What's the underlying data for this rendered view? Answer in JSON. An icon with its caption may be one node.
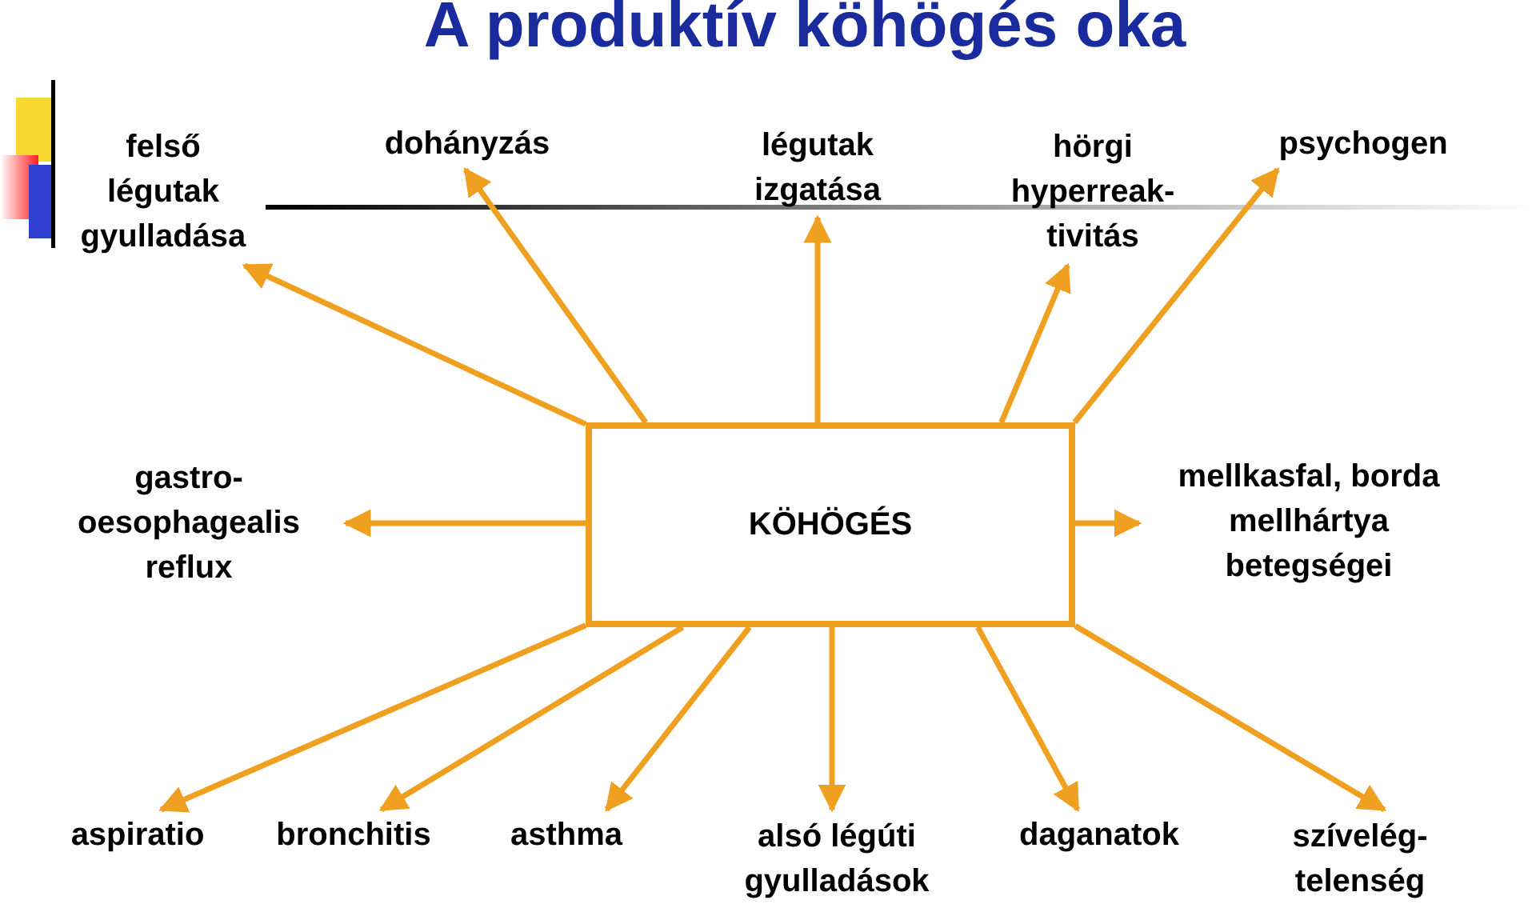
{
  "diagram": {
    "title": "A produktív köhögés oka",
    "nodes": [
      {
        "text": [
          "felső légutak gyulladása"
        ]
      },
      {
        "text": [
          "dohányzás"
        ]
      },
      {
        "text": [
          "légutak izgatása"
        ]
      },
      {
        "text": [
          "hörgi hyperreak-tivitás"
        ]
      },
      {
        "text": [
          "psychogen"
        ]
      },
      {
        "text": [
          "gastro-oesophagealis reflux"
        ]
      },
      {
        "text": [
          "KÖHÖGÉS"
        ]
      },
      {
        "text": [
          "mellkasfal, borda mellhártya betegségei"
        ]
      },
      {
        "text": [
          "aspiratio"
        ]
      },
      {
        "text": [
          "bronchitis"
        ]
      },
      {
        "text": [
          "asthma"
        ]
      },
      {
        "text": [
          "alsó légúti gyulladások"
        ]
      },
      {
        "text": [
          "daganatok"
        ]
      },
      {
        "text": [
          "szívelég-telenség"
        ]
      }
    ],
    "edges": [
      {
        "from": 6,
        "to": 0,
        "arrow": "to"
      },
      {
        "from": 6,
        "to": 1,
        "arrow": "to"
      },
      {
        "from": 6,
        "to": 2,
        "arrow": "to"
      },
      {
        "from": 6,
        "to": 3,
        "arrow": "to"
      },
      {
        "from": 6,
        "to": 4,
        "arrow": "to"
      },
      {
        "from": 6,
        "to": 5,
        "arrow": "to"
      },
      {
        "from": 6,
        "to": 7,
        "arrow": "to"
      },
      {
        "from": 6,
        "to": 8,
        "arrow": "to"
      },
      {
        "from": 6,
        "to": 9,
        "arrow": "to"
      },
      {
        "from": 6,
        "to": 10,
        "arrow": "to"
      },
      {
        "from": 6,
        "to": 11,
        "arrow": "to"
      },
      {
        "from": 6,
        "to": 12,
        "arrow": "to"
      },
      {
        "from": 6,
        "to": 13,
        "arrow": "to"
      }
    ]
  }
}
